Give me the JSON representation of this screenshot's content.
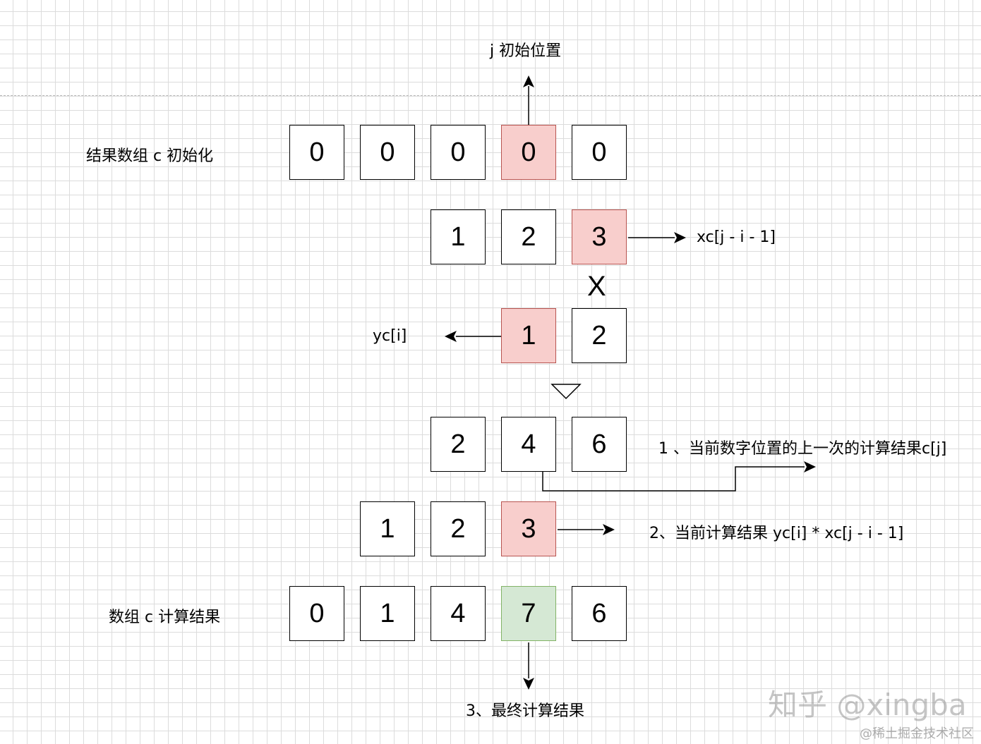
{
  "labels": {
    "j_init": "j 初始位置",
    "c_init": "结果数组 c 初始化",
    "xc_ref": "xc[j - i - 1]",
    "yc_ref": "yc[i]",
    "step1": "1 、当前数字位置的上一次的计算结果c[j]",
    "step2": "2、当前计算结果 yc[i] * xc[j - i - 1]",
    "c_result": "数组 c 计算结果",
    "step3": "3、最终计算结果",
    "multiply": "X"
  },
  "rows": {
    "c_init": [
      "0",
      "0",
      "0",
      "0",
      "0"
    ],
    "xc": [
      "1",
      "2",
      "3"
    ],
    "yc": [
      "1",
      "2"
    ],
    "prev": [
      "2",
      "4",
      "6"
    ],
    "current": [
      "1",
      "2",
      "3"
    ],
    "result": [
      "0",
      "1",
      "4",
      "7",
      "6"
    ]
  },
  "watermark": {
    "main": "知乎 @xingba",
    "sub": "@稀土掘金技术社区"
  },
  "colors": {
    "highlight_fill": "#f8cecc",
    "highlight_stroke": "#b85450",
    "result_fill": "#d5e8d4",
    "result_stroke": "#82b366"
  }
}
